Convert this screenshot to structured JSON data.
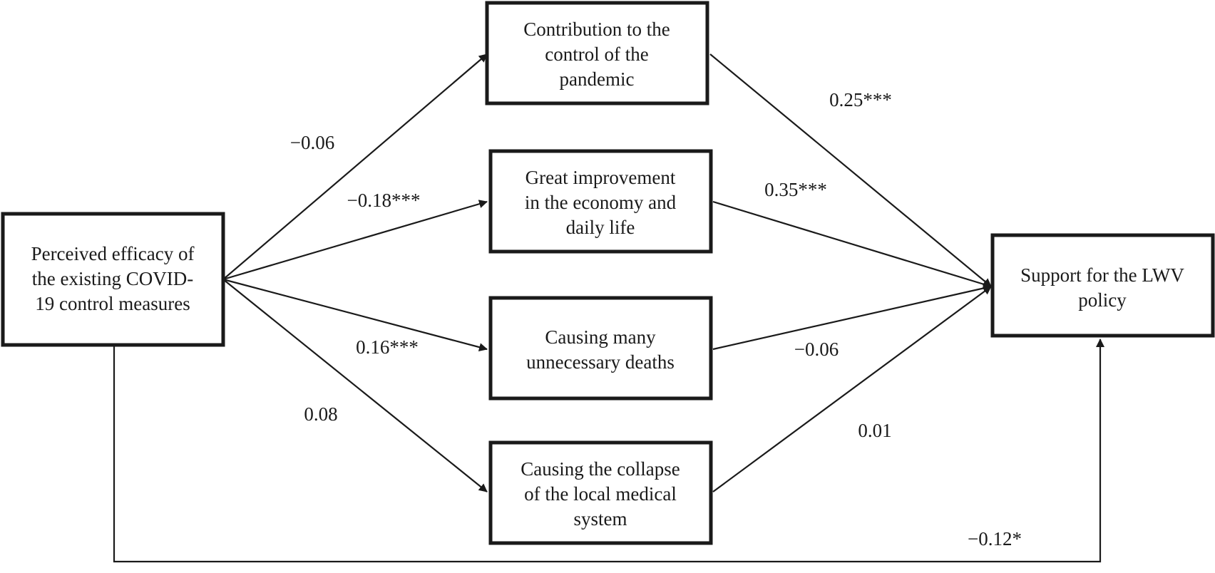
{
  "nodes": {
    "predictor": [
      "Perceived efficacy of",
      "the existing COVID-",
      "19 control measures"
    ],
    "m1": [
      "Contribution to the",
      "control of the",
      "pandemic"
    ],
    "m2": [
      "Great improvement",
      "in the economy and",
      "daily life"
    ],
    "m3": [
      "Causing many",
      "unnecessary deaths"
    ],
    "m4": [
      "Causing the collapse",
      "of the local medical",
      "system"
    ],
    "outcome": [
      "Support for the LWV",
      "policy"
    ]
  },
  "paths": {
    "a1": "−0.06",
    "a2": "−0.18***",
    "a3": "0.16***",
    "a4": "0.08",
    "b1": "0.25***",
    "b2": "0.35***",
    "b3": "−0.06",
    "b4": "0.01",
    "direct": "−0.12*"
  }
}
